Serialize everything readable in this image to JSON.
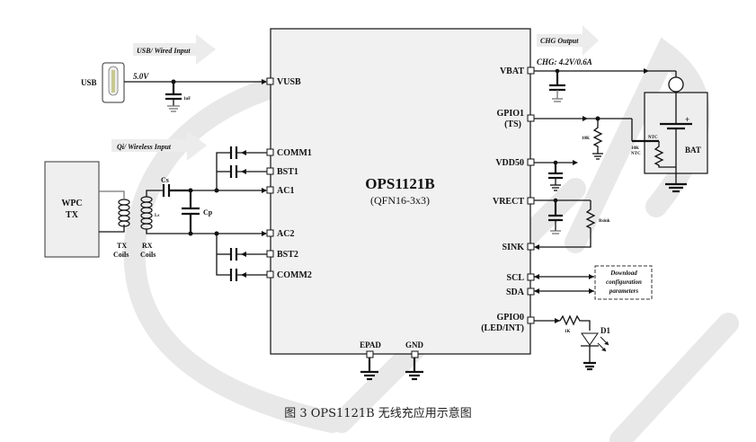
{
  "figure": {
    "caption": "图 3    OPS1121B  无线充应用示意图",
    "chip": {
      "name": "OPS1121B",
      "package": "(QFN16-3x3)"
    },
    "colors": {
      "chip_fill": "#f1f1f1",
      "arrow_fill": "#ececec",
      "watermark": "#e6e6e6",
      "line": "#111111",
      "battery_fill": "#eeeeee"
    }
  },
  "inputs": {
    "usb": {
      "arrow_label": "USB/ Wired Input",
      "connector_label": "USB",
      "voltage": "5.0V",
      "cap_value": "1uF",
      "icon": "usb-type-c-connector-icon"
    },
    "wireless": {
      "arrow_label": "Qi/ Wireless Input",
      "tx_block": [
        "WPC",
        "TX"
      ],
      "tx_coils": [
        "TX",
        "Coils"
      ],
      "rx_coils": [
        "RX",
        "Coils"
      ],
      "coil_label": "Ls",
      "cs_label": "Cs",
      "cp_label": "Cp"
    }
  },
  "left_pins": [
    "VUSB",
    "COMM1",
    "BST1",
    "AC1",
    "AC2",
    "BST2",
    "COMM2"
  ],
  "bottom_pins": [
    "EPAD",
    "GND"
  ],
  "right_pins": {
    "vbat": "VBAT",
    "gpio1": [
      "GPIO1",
      "(TS)"
    ],
    "vdd50": "VDD50",
    "vrect": "VRECT",
    "sink": "SINK",
    "scl": "SCL",
    "sda": "SDA",
    "gpio0": [
      "GPIO0",
      "(LED/INT)"
    ]
  },
  "outputs": {
    "arrow_label": "CHG Output",
    "charge_spec": "CHG: 4.2V/0.6A",
    "battery_label": "BAT",
    "battery_plus": "+",
    "ntc_label": "NTC",
    "ntc_value": [
      "10K",
      "NTC"
    ],
    "ts_resistor": "10K",
    "rsink_label": "Rsink",
    "download_box": [
      "Download",
      "configuration",
      "parameters"
    ],
    "led_resistor": "1K",
    "led_label": "D1"
  }
}
